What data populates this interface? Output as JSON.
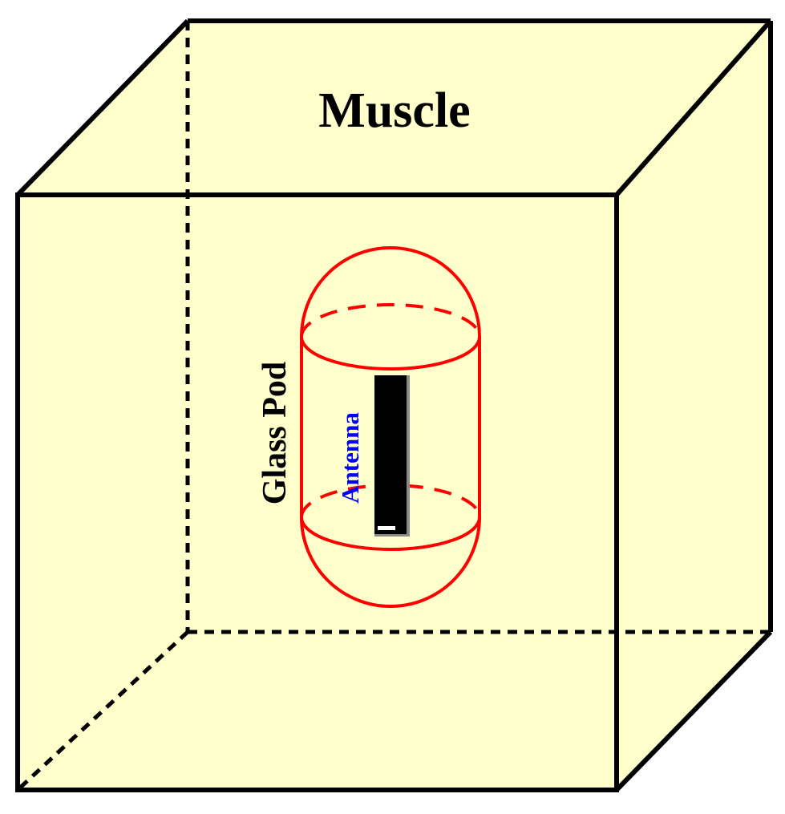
{
  "labels": {
    "muscle": "Muscle",
    "glass_pod": "Glass Pod",
    "antenna": "Antenna"
  },
  "colors": {
    "muscle_fill": "#FFFFCC",
    "edge": "#000000",
    "glass_pod": "#FF0000",
    "antenna_label": "#0000FF",
    "antenna_body": "#000000"
  }
}
